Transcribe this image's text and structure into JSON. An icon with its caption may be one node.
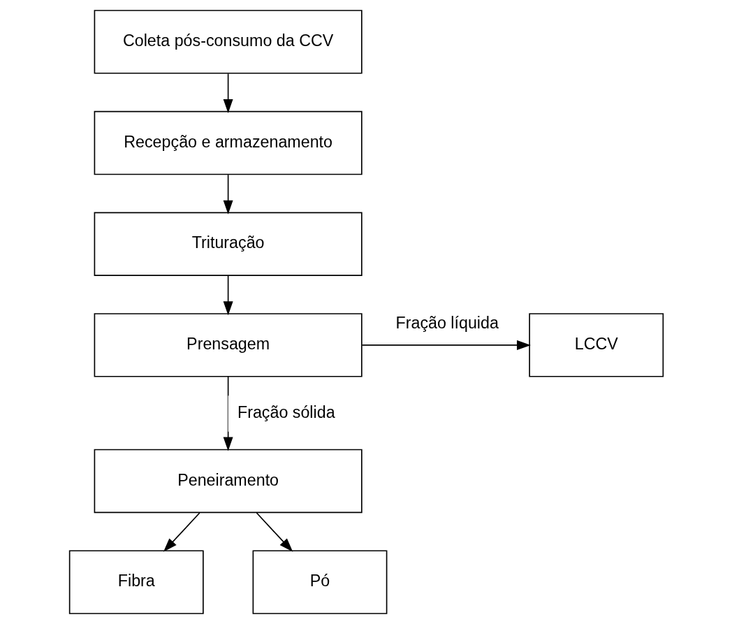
{
  "diagram": {
    "nodes": [
      {
        "text": [
          "Coleta pós-consumo da CCV"
        ]
      },
      {
        "text": [
          "Recepção e armazenamento"
        ]
      },
      {
        "text": [
          "Trituração"
        ]
      },
      {
        "text": [
          "Prensagem"
        ]
      },
      {
        "text": [
          "LCCV"
        ]
      },
      {
        "text": [
          "Peneiramento"
        ]
      },
      {
        "text": [
          "Fibra"
        ]
      },
      {
        "text": [
          "Pó"
        ]
      }
    ],
    "edges": [
      {
        "from": 0,
        "to": 1,
        "arrow": "to"
      },
      {
        "from": 1,
        "to": 2,
        "arrow": "to"
      },
      {
        "from": 2,
        "to": 3,
        "arrow": "to"
      },
      {
        "from": 3,
        "to": 4,
        "arrow": "to",
        "label": "Fração líquida"
      },
      {
        "from": 3,
        "to": 5,
        "arrow": "to",
        "label": "Fração sólida"
      },
      {
        "from": 5,
        "to": 6,
        "arrow": "to"
      },
      {
        "from": 5,
        "to": 7,
        "arrow": "to"
      }
    ]
  }
}
